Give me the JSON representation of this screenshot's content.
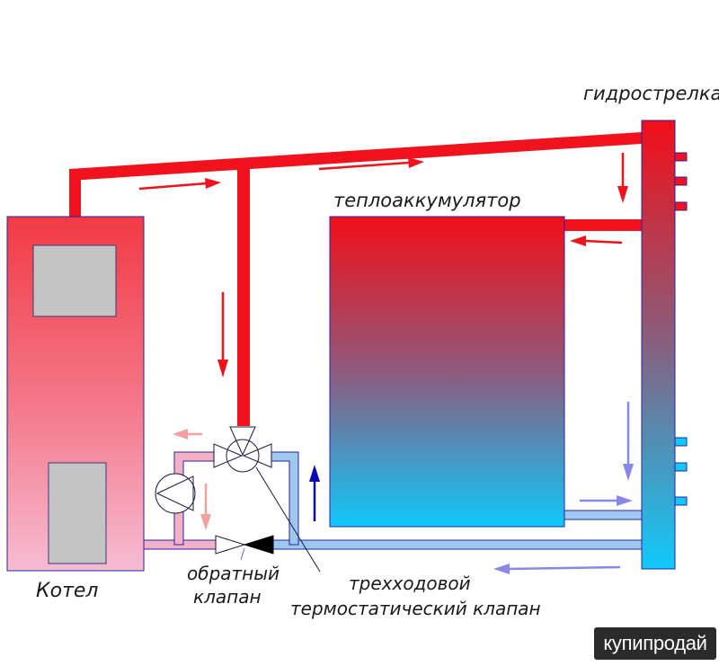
{
  "labels": {
    "hydro_arrow": "гидрострелка",
    "heat_accumulator": "теплоаккумулятор",
    "boiler": "Котел",
    "check_valve_line1": "обратный",
    "check_valve_line2": "клапан",
    "three_way_line1": "трехходовой",
    "three_way_line2": "термостатический клапан"
  },
  "watermark": "купипродай",
  "colors": {
    "supply": "#f0121c",
    "return": "#9fc8ef",
    "pump_loop": "#f4b0c4",
    "outline": "#2424a8",
    "panel": "#c4c4c4",
    "cold": "#13c7f7",
    "arrow_dark": "#0a0ab4",
    "arrow_light": "#8888e8",
    "arrow_pink": "#f2a0a0"
  }
}
